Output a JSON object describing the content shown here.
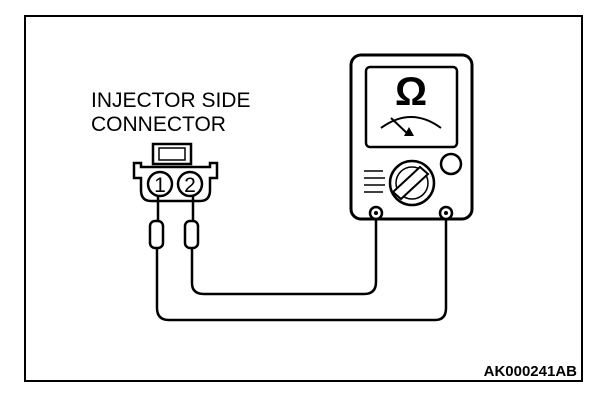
{
  "caption": {
    "line1": "INJECTOR SIDE",
    "line2": "CONNECTOR"
  },
  "connector": {
    "pins": [
      "1",
      "2"
    ]
  },
  "meter": {
    "unit_symbol": "Ω"
  },
  "figure_code": "AK000241AB"
}
